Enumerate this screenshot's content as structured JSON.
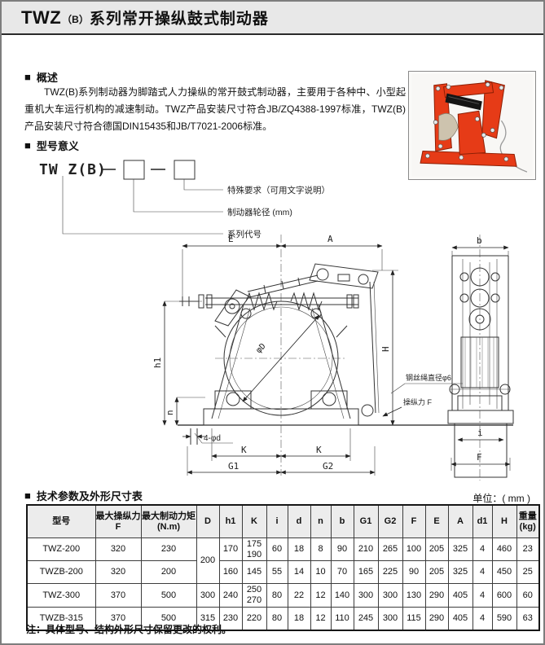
{
  "page": {
    "title_main": "TWZ",
    "title_paren": "（B）",
    "title_rest": "系列常开操纵鼓式制动器"
  },
  "sections": {
    "overview": {
      "bullet": "■",
      "heading": "概述",
      "body": "TWZ(B)系列制动器为脚踏式人力操纵的常开鼓式制动器，主要用于各种中、小型起重机大车运行机构的减速制动。TWZ产品安装尺寸符合JB/ZQ4388-1997标准，TWZ(B)产品安装尺寸符合德国DIN15435和JB/T7021-2006标准。"
    },
    "model": {
      "bullet": "■",
      "heading": "型号意义",
      "prefix": "TW Z(B)",
      "labels": {
        "special": "特殊要求（可用文字说明）",
        "diameter": "制动器轮径 (mm)",
        "series": "系列代号"
      }
    },
    "specs": {
      "bullet": "■",
      "heading": "技术参数及外形尺寸表",
      "unit": "单位：( mm )"
    }
  },
  "drawing": {
    "dims": {
      "E": "E",
      "A": "A",
      "b": "b",
      "h1": "h1",
      "n": "n",
      "K": "K",
      "G1": "G1",
      "G2": "G2",
      "i": "i",
      "F": "F",
      "H": "H",
      "phiD": "φD",
      "holes": "4-φd"
    },
    "annotations": {
      "wire_rope": "钢丝绳直径φ6",
      "force": "操纵力 F"
    }
  },
  "table": {
    "headers": [
      "型号",
      "最大操纵力F",
      "最大制动力矩\n(N.m)",
      "D",
      "h1",
      "K",
      "i",
      "d",
      "n",
      "b",
      "G1",
      "G2",
      "F",
      "E",
      "A",
      "d1",
      "H",
      "重量\n(kg)"
    ],
    "rows": [
      {
        "cells": [
          "TWZ-200",
          "320",
          "230",
          {
            "v": "200",
            "rowspan": 2
          },
          "170",
          "175\n190",
          "60",
          "18",
          "8",
          "90",
          "210",
          "265",
          "100",
          "205",
          "325",
          "4",
          "460",
          "23"
        ]
      },
      {
        "cells": [
          "TWZB-200",
          "320",
          "200",
          "160",
          "145",
          "55",
          "14",
          "10",
          "70",
          "165",
          "225",
          "90",
          "205",
          "325",
          "4",
          "450",
          "25"
        ]
      },
      {
        "cells": [
          "TWZ-300",
          "370",
          "500",
          "300",
          "240",
          "250\n270",
          "80",
          "22",
          "12",
          "140",
          "300",
          "300",
          "130",
          "290",
          "405",
          "4",
          "600",
          "60"
        ]
      },
      {
        "cells": [
          "TWZB-315",
          "370",
          "500",
          "315",
          "230",
          "220",
          "80",
          "18",
          "12",
          "110",
          "245",
          "300",
          "115",
          "290",
          "405",
          "4",
          "590",
          "63"
        ]
      }
    ]
  },
  "note": "注：具体型号、结构外形尺寸保留更改的权利。"
}
